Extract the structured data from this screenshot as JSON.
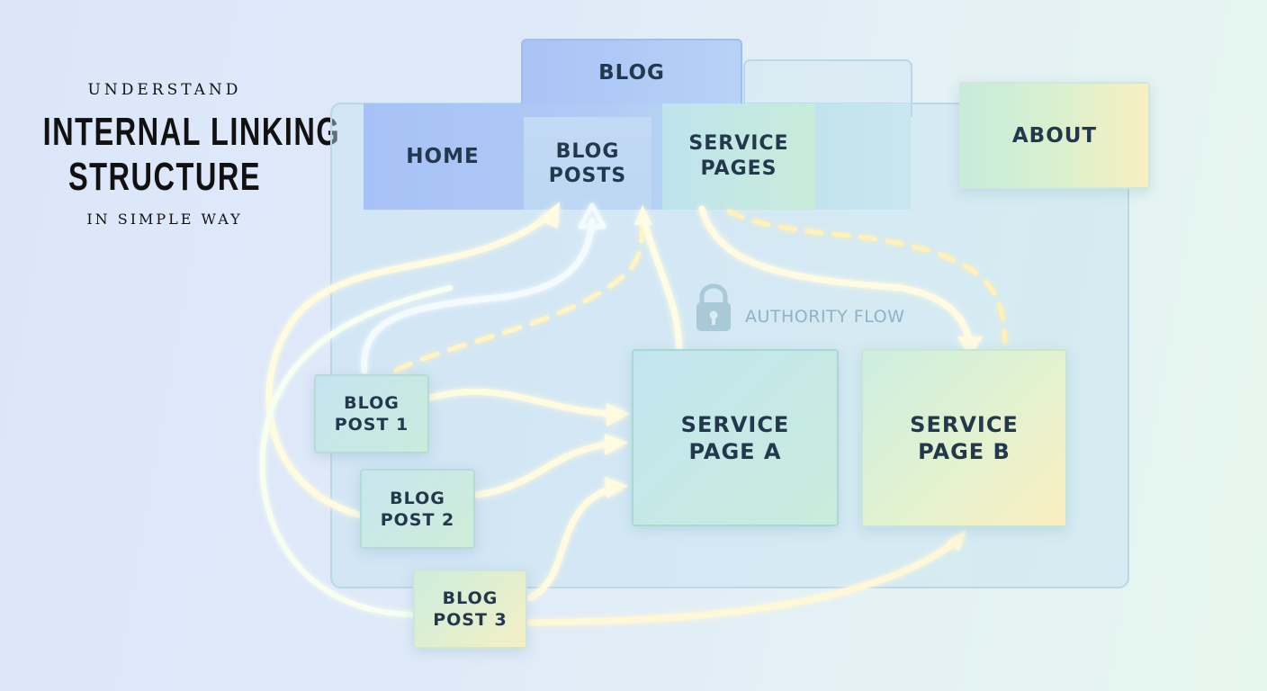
{
  "heading": {
    "kicker": "UNDERSTAND",
    "title_line1": "INTERNAL LINKING",
    "title_line2": "STRUCTURE",
    "subtitle": "IN SIMPLE WAY"
  },
  "nav": {
    "blog": "BLOG",
    "home": "HOME",
    "blog_posts": "BLOG\nPOSTS",
    "service_pages": "SERVICE\nPAGES",
    "about": "ABOUT"
  },
  "diagram": {
    "authority_flow_label": "AUTHORITY FLOW",
    "service_page_a": "SERVICE\nPAGE A",
    "service_page_b": "SERVICE\nPAGE B",
    "blog_post_1": "BLOG\nPOST 1",
    "blog_post_2": "BLOG\nPOST 2",
    "blog_post_3": "BLOG\nPOST 3"
  },
  "colors": {
    "text": "#23384c",
    "glow_arrow": "#fffbd9",
    "dashed_arrow": "#fff1b8",
    "lock": "#a9c9d8"
  }
}
